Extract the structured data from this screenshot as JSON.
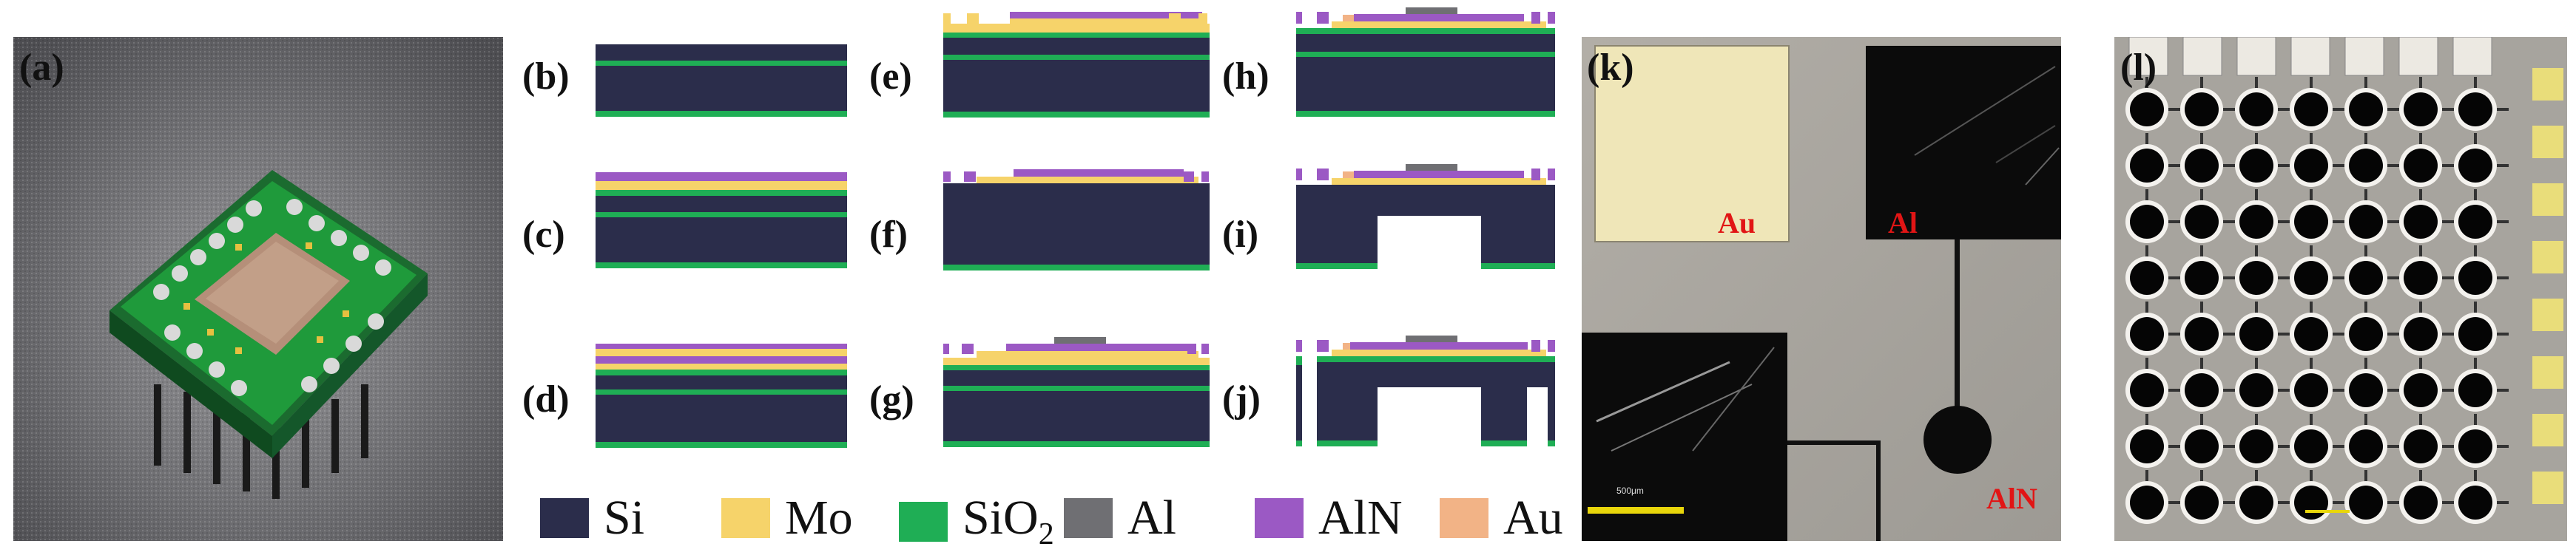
{
  "panels": {
    "a": "(a)",
    "b": "(b)",
    "c": "(c)",
    "d": "(d)",
    "e": "(e)",
    "f": "(f)",
    "g": "(g)",
    "h": "(h)",
    "i": "(i)",
    "j": "(j)",
    "k": "(k)",
    "l": "(l)"
  },
  "legend": [
    {
      "name": "Si",
      "color": "#2b2d4b"
    },
    {
      "name": "Mo",
      "color": "#f6d36a"
    },
    {
      "name": "SiO",
      "sub": "2",
      "color": "#1fae55"
    },
    {
      "name": "Al",
      "color": "#6f6f73"
    },
    {
      "name": "AlN",
      "color": "#9b59c4"
    },
    {
      "name": "Au",
      "color": "#f2b386"
    }
  ],
  "micrograph": {
    "au_label": "Au",
    "al_label": "Al",
    "aln_label": "AlN",
    "scale_bar_text": "500μm",
    "label_color": "#e11515"
  },
  "colors": {
    "si": "#2b2d4b",
    "mo": "#f6d36a",
    "sio2": "#1fae55",
    "al": "#6f6f73",
    "aln": "#9b59c4",
    "au": "#f2b386"
  },
  "array": {
    "rows": 8,
    "cols": 7
  }
}
